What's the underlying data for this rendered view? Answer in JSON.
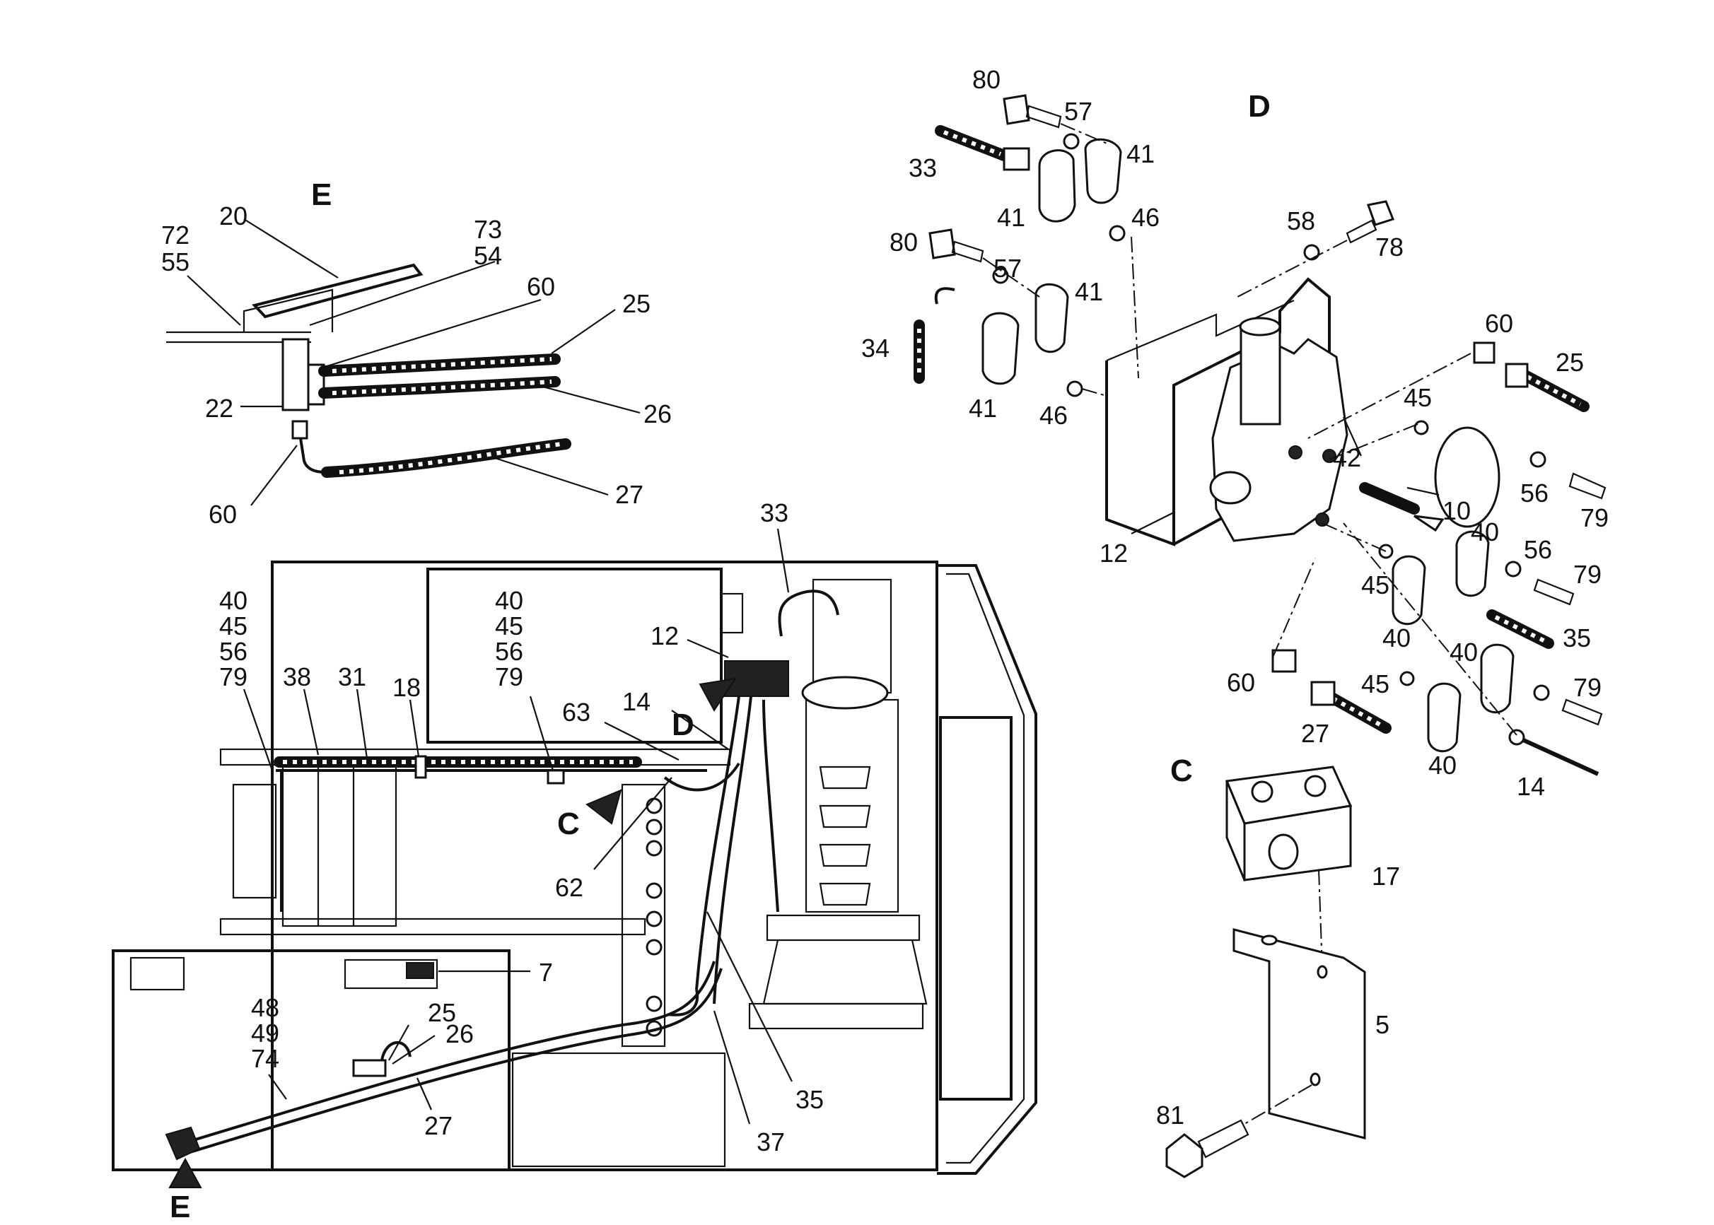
{
  "sections": {
    "E": "E",
    "D": "D",
    "C": "C",
    "main_C": "C",
    "main_D": "D",
    "main_E": "E"
  },
  "labels_E": {
    "p20": "20",
    "p72": "72",
    "p55": "55",
    "p73": "73",
    "p54": "54",
    "p60a": "60",
    "p25": "25",
    "p22": "22",
    "p26": "26",
    "p60b": "60",
    "p27": "27"
  },
  "labels_main": {
    "p33": "33",
    "p40a": "40",
    "p45a": "45",
    "p56a": "56",
    "p79a": "79",
    "p40b": "40",
    "p45b": "45",
    "p56b": "56",
    "p79b": "79",
    "p38": "38",
    "p31": "31",
    "p18": "18",
    "p12": "12",
    "p63": "63",
    "p14": "14",
    "p62": "62",
    "p7": "7",
    "p48": "48",
    "p49": "49",
    "p74": "74",
    "p25": "25",
    "p26": "26",
    "p27": "27",
    "p35": "35",
    "p37": "37"
  },
  "labels_D": {
    "p80a": "80",
    "p57a": "57",
    "p41a": "41",
    "p33": "33",
    "p41b": "41",
    "p46a": "46",
    "p80b": "80",
    "p57b": "57",
    "p41c": "41",
    "p34": "34",
    "p41d": "41",
    "p46b": "46",
    "p58": "58",
    "p78": "78",
    "p60a": "60",
    "p25": "25",
    "p45a": "45",
    "p42": "42",
    "p56a": "56",
    "p79a": "79",
    "p10": "10",
    "p12": "12",
    "p40a": "40",
    "p56b": "56",
    "p79b": "79",
    "p45b": "45",
    "p40b": "40",
    "p35": "35",
    "p60b": "60",
    "p40c": "40",
    "p45c": "45",
    "p79c": "79",
    "p27": "27",
    "p40d": "40",
    "p14": "14"
  },
  "labels_C": {
    "p17": "17",
    "p5": "5",
    "p81": "81"
  }
}
